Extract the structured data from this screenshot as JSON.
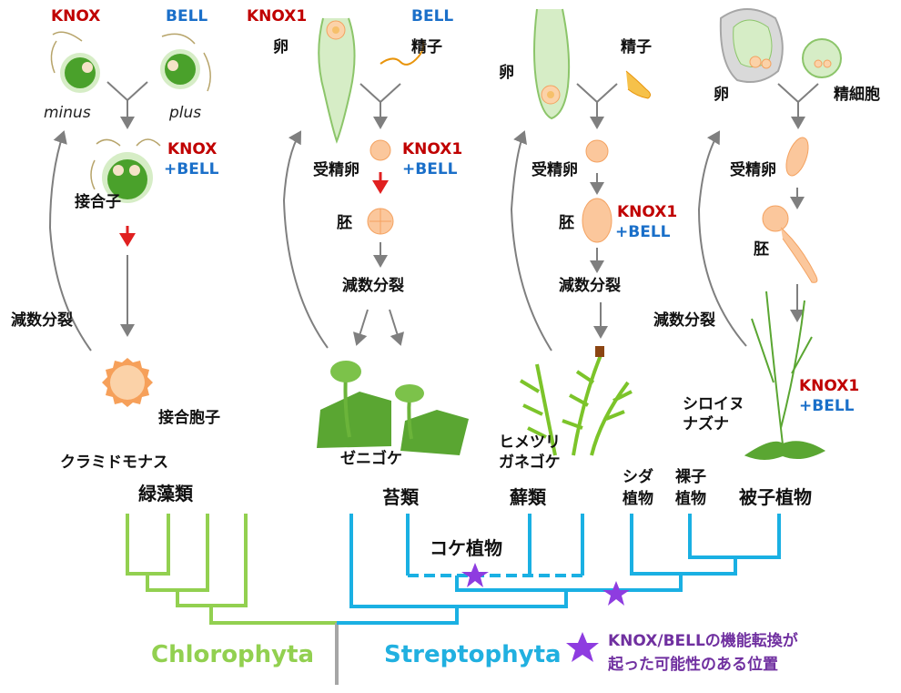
{
  "colors": {
    "chlorophyta": "#92d050",
    "streptophyta": "#1ab0e3",
    "star": "#8e3ce0",
    "knox": "#c00000",
    "bell": "#1a6fc9",
    "arrow": "#7f7f7f"
  },
  "chlamy": {
    "knox": "KNOX",
    "bell": "BELL",
    "minus": "minus",
    "plus": "plus",
    "zyg_knox": "KNOX",
    "zyg_bell": "+BELL",
    "zygote": "接合子",
    "meiosis": "減数分裂",
    "spore": "接合胞子",
    "organism": "クラミドモナス",
    "group": "緑藻類"
  },
  "liverwort": {
    "knox1": "KNOX1",
    "bell": "BELL",
    "egg": "卵",
    "sperm": "精子",
    "fert": "受精卵",
    "zy_knox1": "KNOX1",
    "zy_bell": "+BELL",
    "embryo": "胚",
    "meiosis": "減数分裂",
    "organism": "ゼニゴケ",
    "group": "苔類"
  },
  "moss": {
    "egg": "卵",
    "sperm": "精子",
    "fert": "受精卵",
    "embryo": "胚",
    "em_knox1": "KNOX1",
    "em_bell": "+BELL",
    "meiosis": "減数分裂",
    "organism_line1": "ヒメツリ",
    "organism_line2": "ガネゴケ",
    "group": "蘚類"
  },
  "angio": {
    "egg": "卵",
    "sperm": "精細胞",
    "fert": "受精卵",
    "embryo": "胚",
    "meiosis": "減数分裂",
    "organism_line1": "シロイヌ",
    "organism_line2": "ナズナ",
    "knox1": "KNOX1",
    "bell": "+BELL",
    "fern_line1": "シダ",
    "fern_line2": "植物",
    "gymno_line1": "裸子",
    "gymno_line2": "植物",
    "group": "被子植物"
  },
  "tree": {
    "bryophytes": "コケ植物",
    "chlorophyta": "Chlorophyta",
    "streptophyta": "Streptophyta"
  },
  "legend": {
    "line1": "KNOX/BELLの機能転換が",
    "line2": "起った可能性のある位置",
    "star_icon": "star-icon"
  }
}
